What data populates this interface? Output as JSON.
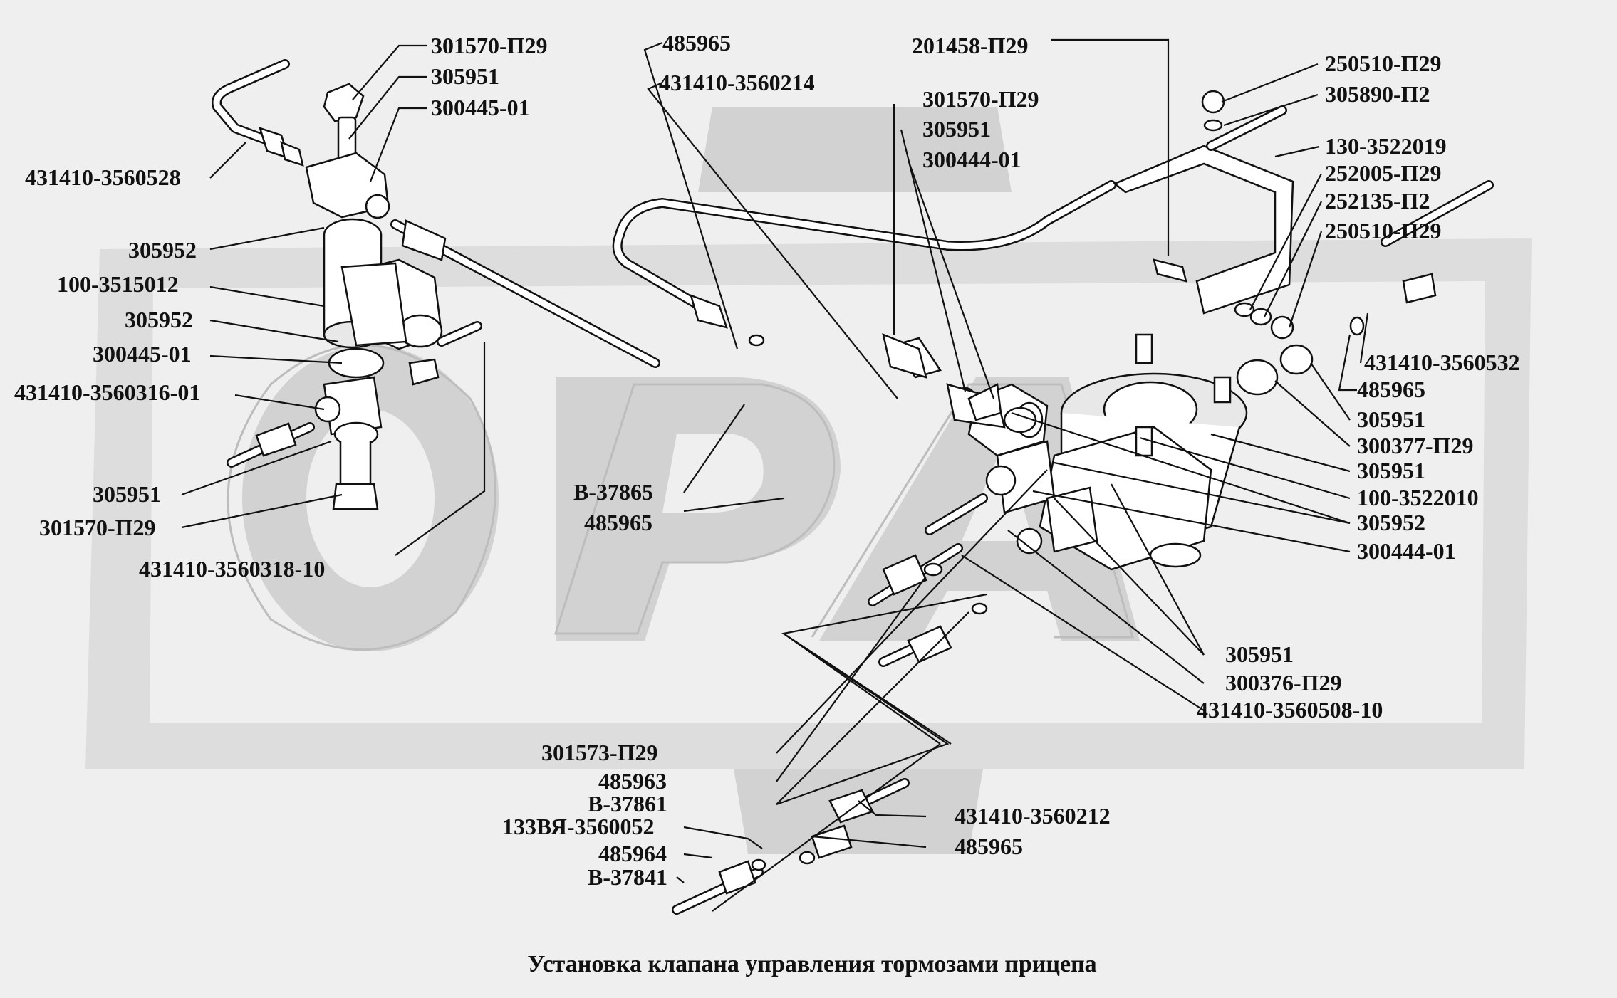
{
  "caption": "Установка клапана управления тормозами прицепа",
  "labels": {
    "l01": "301570-П29",
    "l02": "305951",
    "l03": "300445-01",
    "l04": "431410-3560528",
    "l05": "305952",
    "l06": "100-3515012",
    "l07": "305952",
    "l08": "300445-01",
    "l09": "431410-3560316-01",
    "l10": "305951",
    "l11": "301570-П29",
    "l12": "431410-3560318-10",
    "l13": "485965",
    "l14": "431410-3560214",
    "l15": "В-37865",
    "l16": "485965",
    "l17": "201458-П29",
    "l18": "301570-П29",
    "l19": "305951",
    "l20": "300444-01",
    "l21": "250510-П29",
    "l22": "305890-П2",
    "l23": "130-3522019",
    "l24": "252005-П29",
    "l25": "252135-П2",
    "l26": "250510-П29",
    "l27": "431410-3560532",
    "l28": "485965",
    "l29": "305951",
    "l30": "300377-П29",
    "l31": "305951",
    "l32": "100-3522010",
    "l33": "305952",
    "l34": "300444-01",
    "l35": "305951",
    "l36": "300376-П29",
    "l37": "431410-3560508-10",
    "l38": "301573-П29",
    "l39": "485963",
    "l40": "В-37861",
    "l41": "133ВЯ-3560052",
    "l42": "485964",
    "l43": "В-37841",
    "l44": "431410-3560212",
    "l45": "485965"
  }
}
